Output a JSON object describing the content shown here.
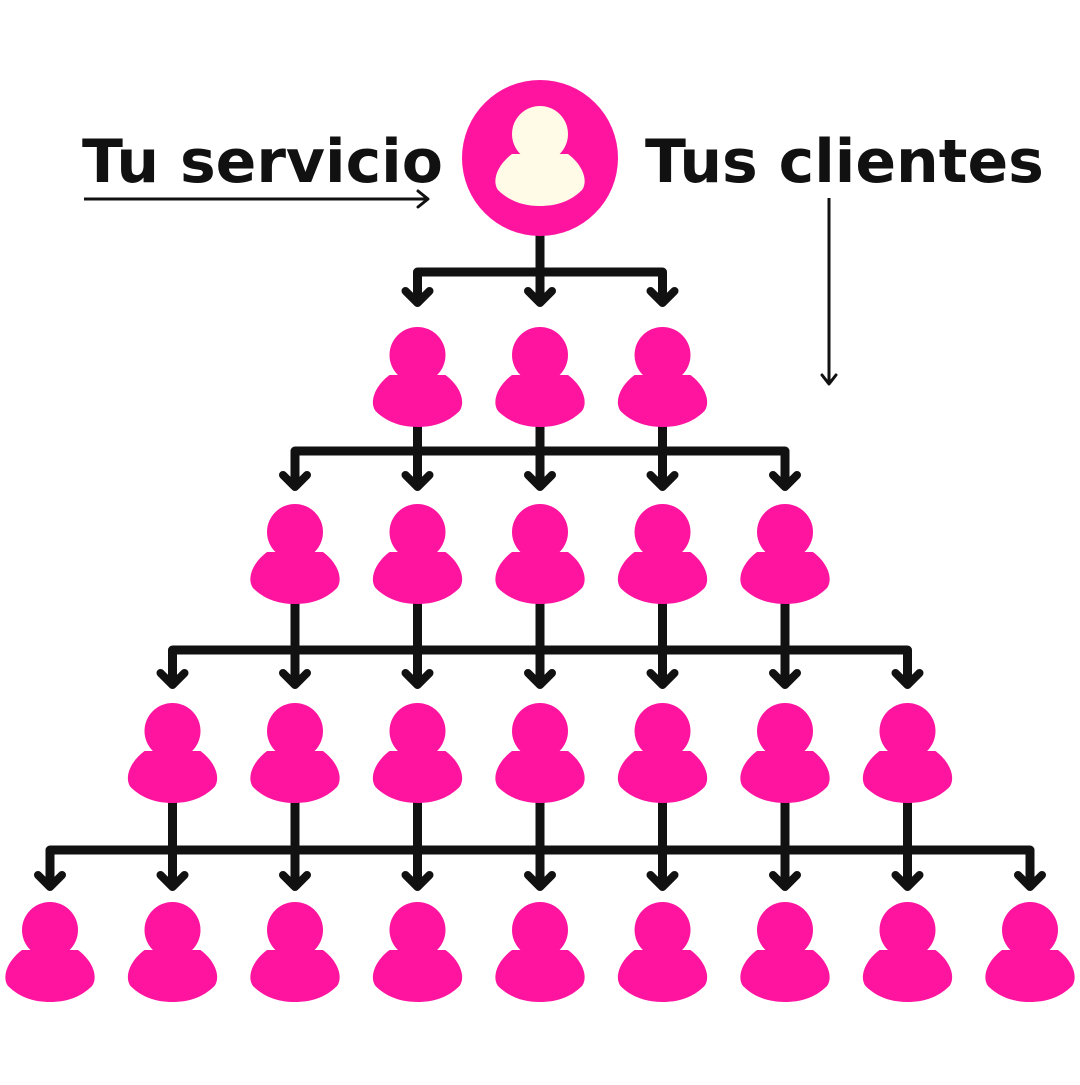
{
  "labels": {
    "service": "Tu servicio",
    "clients": "Tus clientes"
  },
  "colors": {
    "person": "#ff14a0",
    "root_circle": "#ff14a0",
    "root_figure": "#fffbe6",
    "lines": "#111111"
  },
  "icons": {
    "root": "root-person-icon",
    "member": "person-icon",
    "arrow": "arrow-down-icon"
  },
  "structure": {
    "root_count": 1,
    "levels": [
      3,
      5,
      7,
      9
    ]
  }
}
